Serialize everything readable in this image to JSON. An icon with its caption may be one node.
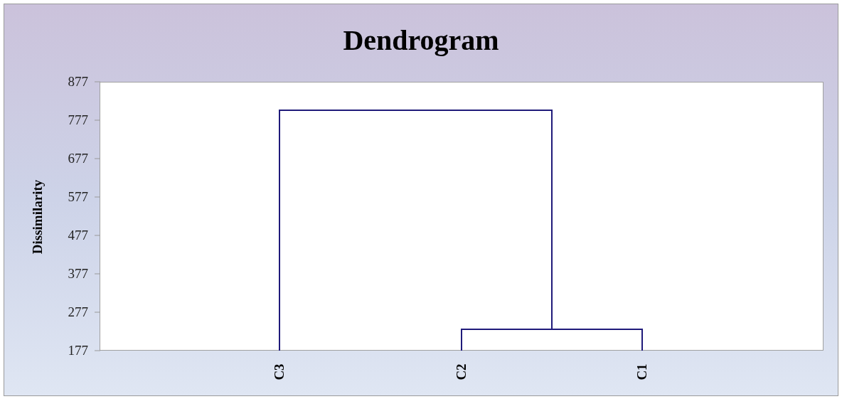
{
  "diagram": {
    "title": "Dendrogram",
    "labels": [
      "877",
      "777",
      "677",
      "577",
      "477",
      "377",
      "277",
      "177",
      "Dissimilarity",
      "C3",
      "C2",
      "C1"
    ]
  }
}
